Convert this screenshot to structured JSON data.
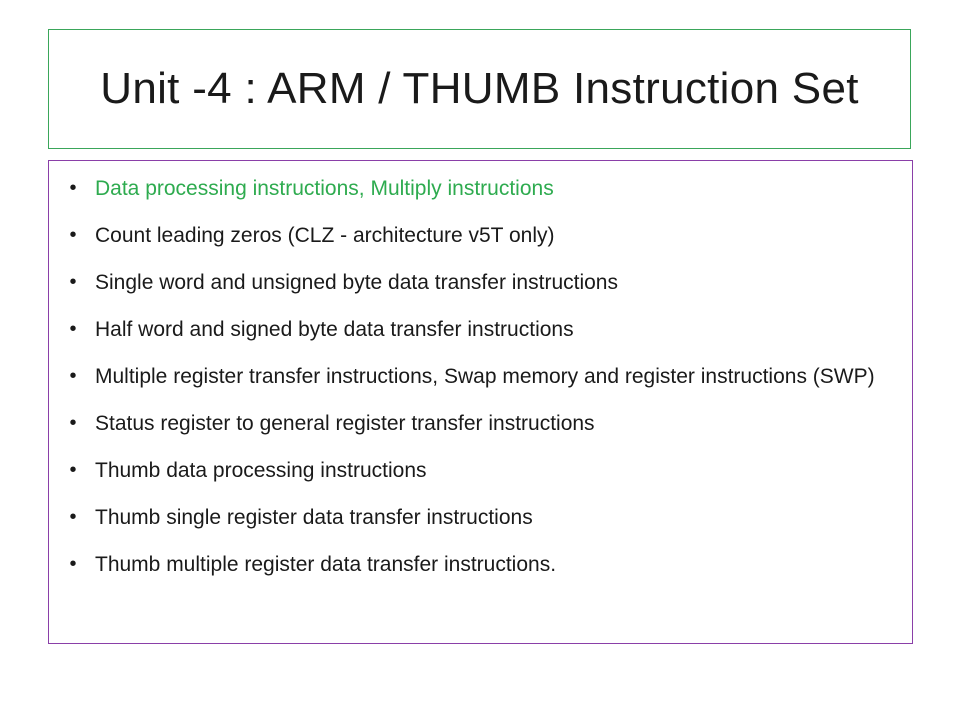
{
  "title": "Unit -4 : ARM / THUMB Instruction Set",
  "bullet_glyph": "•",
  "colors": {
    "title_border": "#3aa65a",
    "body_border": "#8a3fa8",
    "accent_text": "#2eab4f",
    "text": "#1a1a1a"
  },
  "bullets": [
    "Data processing instructions, Multiply instructions",
    "Count leading zeros (CLZ - architecture v5T only)",
    "Single word and unsigned byte data transfer instructions",
    "Half word and signed byte data transfer instructions",
    "Multiple register transfer instructions, Swap memory and register instructions (SWP)",
    "Status register to general register transfer instructions",
    "Thumb data processing instructions",
    "Thumb single register data transfer instructions",
    "Thumb multiple register data transfer instructions."
  ]
}
